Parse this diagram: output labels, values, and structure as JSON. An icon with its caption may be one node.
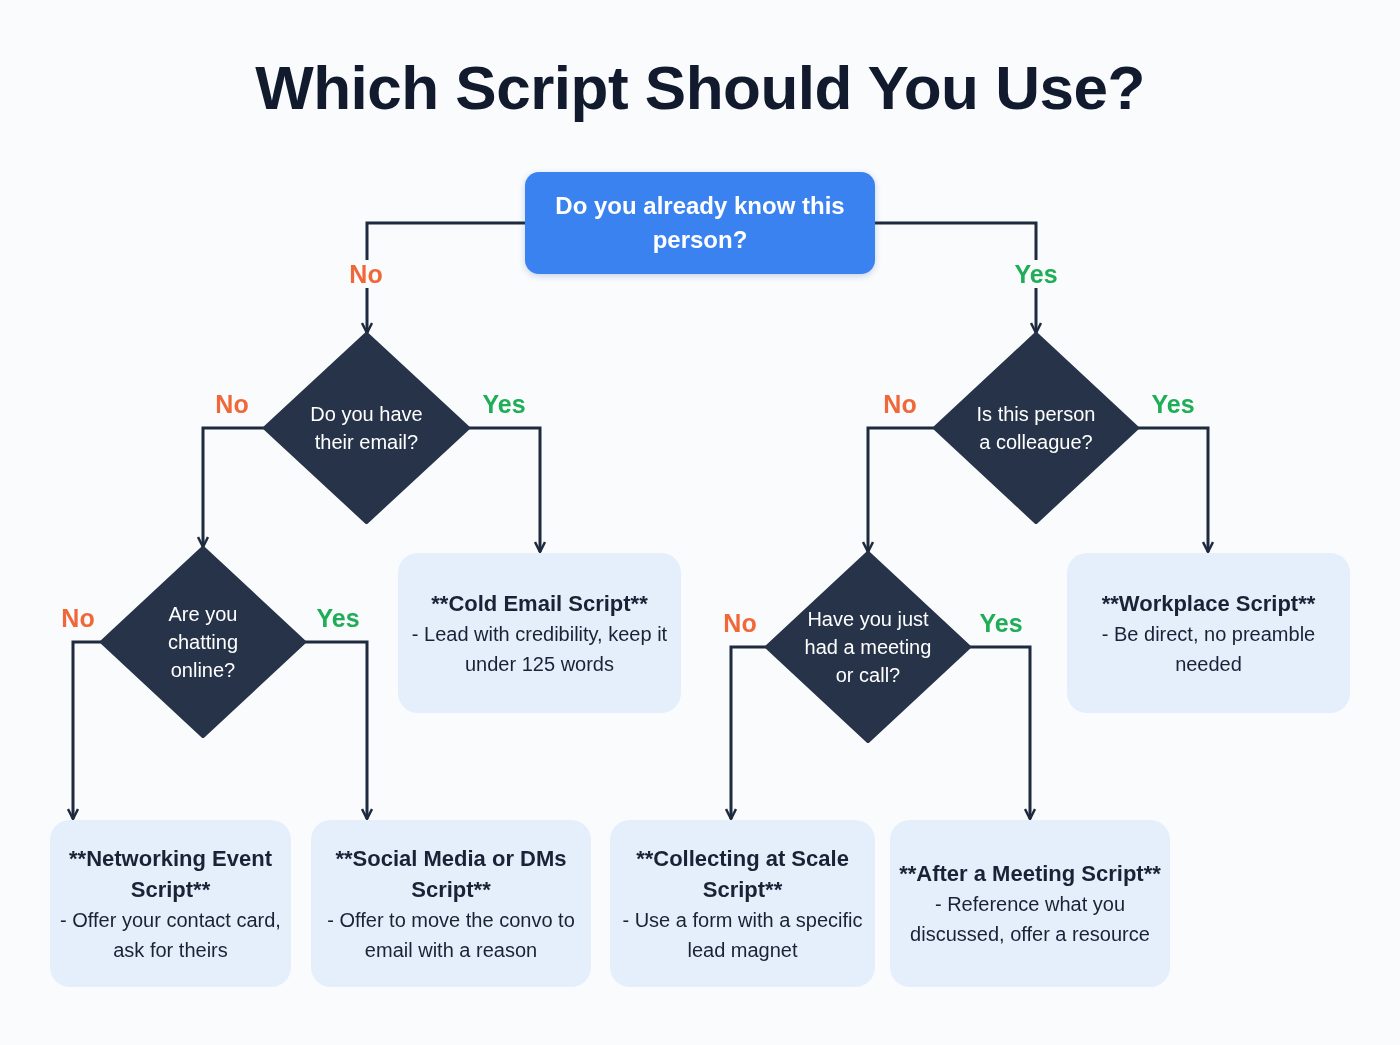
{
  "diagram": {
    "title": "Which Script Should You Use?",
    "nodes": [
      {
        "text": [
          "Do you already know this person?"
        ]
      },
      {
        "text": [
          "Do you have their email?"
        ]
      },
      {
        "text": [
          "Is this person a colleague?"
        ]
      },
      {
        "text": [
          "Are you chatting online?"
        ]
      },
      {
        "text": [
          "**Cold Email Script**",
          "- Lead with credibility, keep it under 125 words"
        ]
      },
      {
        "text": [
          "Have you just had a meeting or call?"
        ]
      },
      {
        "text": [
          "**Workplace Script**",
          "- Be direct, no preamble needed"
        ]
      },
      {
        "text": [
          "**Networking Event Script**",
          "- Offer your contact card, ask for theirs"
        ]
      },
      {
        "text": [
          "**Social Media or DMs Script**",
          "- Offer to move the convo to email with a reason"
        ]
      },
      {
        "text": [
          "**Collecting at Scale Script**",
          "- Use a form with a specific lead magnet"
        ]
      },
      {
        "text": [
          "**After a Meeting Script**",
          "- Reference what you discussed, offer a resource"
        ]
      }
    ],
    "edges": [
      {
        "from": 0,
        "to": 1,
        "arrow": "to",
        "label": "No"
      },
      {
        "from": 0,
        "to": 2,
        "arrow": "to",
        "label": "Yes"
      },
      {
        "from": 1,
        "to": 3,
        "arrow": "to",
        "label": "No"
      },
      {
        "from": 1,
        "to": 4,
        "arrow": "to",
        "label": "Yes"
      },
      {
        "from": 2,
        "to": 5,
        "arrow": "to",
        "label": "No"
      },
      {
        "from": 2,
        "to": 6,
        "arrow": "to",
        "label": "Yes"
      },
      {
        "from": 3,
        "to": 7,
        "arrow": "to",
        "label": "No"
      },
      {
        "from": 3,
        "to": 8,
        "arrow": "to",
        "label": "Yes"
      },
      {
        "from": 5,
        "to": 9,
        "arrow": "to",
        "label": "No"
      },
      {
        "from": 5,
        "to": 10,
        "arrow": "to",
        "label": "Yes"
      }
    ]
  }
}
